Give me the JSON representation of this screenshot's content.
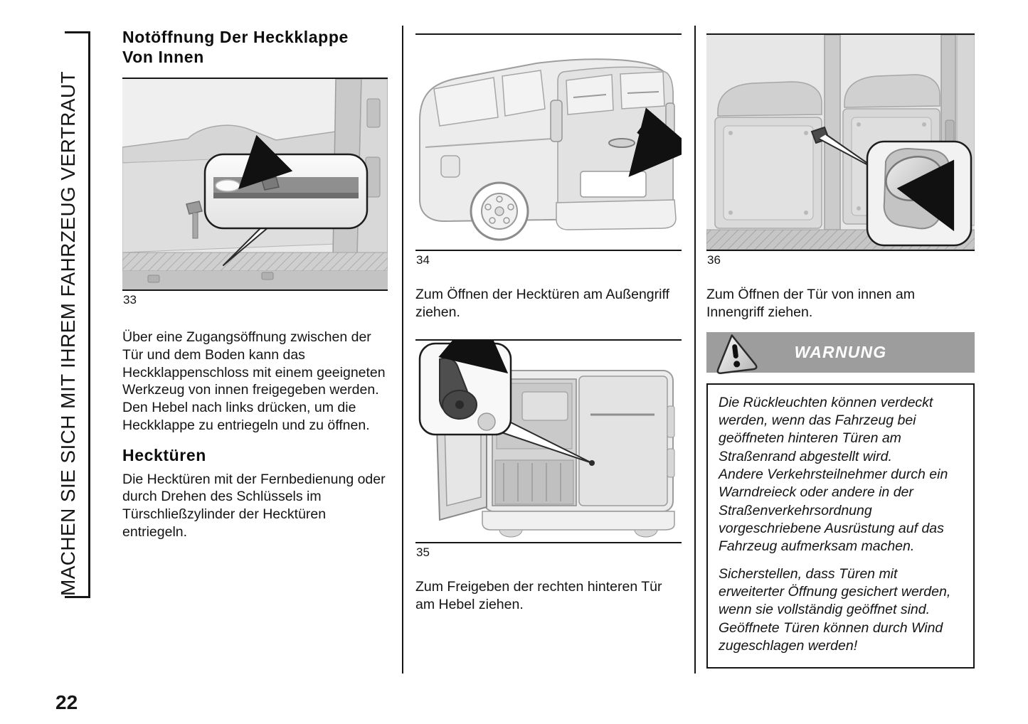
{
  "accent": {
    "warning_banner_bg": "#9d9d9d",
    "rule_color": "#161616",
    "figure_gray": "#e7e7e7"
  },
  "sidebar": {
    "text": "MACHEN SIE SICH MIT IHREM FAHRZEUG VERTRAUT"
  },
  "page": {
    "number": "22"
  },
  "left": {
    "heading": "Notöffnung Der Heckklappe Von Innen",
    "fig33_label": "33",
    "p1": "Über eine Zugangsöffnung zwischen der Tür und dem Boden kann das Heckklappenschloss mit einem geeigneten Werkzeug von innen freigegeben werden.",
    "p2": "Den Hebel nach links drücken, um die Heckklappe zu entriegeln und zu öffnen.",
    "subheading": "Hecktüren",
    "p3": "Die Hecktüren mit der Fernbedienung oder durch Drehen des Schlüssels im Türschließzylinder der Hecktüren entriegeln."
  },
  "middle": {
    "fig34_label": "34",
    "caption34": "Zum Öffnen der Hecktüren am Außengriff ziehen.",
    "fig35_label": "35",
    "caption35": "Zum Freigeben der rechten hinteren Tür am Hebel ziehen."
  },
  "right": {
    "fig36_label": "36",
    "caption36": "Zum Öffnen der Tür von innen am Innengriff ziehen.",
    "warning_title": "WARNUNG",
    "warning_paragraphs": [
      "Die Rückleuchten können verdeckt werden, wenn das Fahrzeug bei geöffneten hinteren Türen am Straßenrand abgestellt wird.",
      "Andere Verkehrsteilnehmer durch ein Warndreieck oder andere in der Straßenverkehrsordnung vorgeschriebene Ausrüstung auf das Fahrzeug aufmerksam machen.",
      "Sicherstellen, dass Türen mit erweiterter Öffnung gesichert werden, wenn sie vollständig geöffnet sind.",
      "Geöffnete Türen können durch Wind zugeschlagen werden!"
    ]
  }
}
